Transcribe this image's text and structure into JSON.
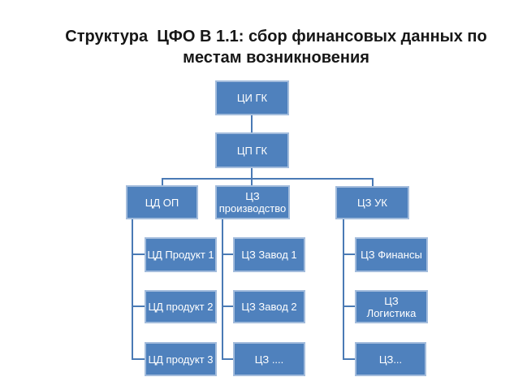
{
  "title": "Структура  ЦФО В 1.1: сбор финансовых данных по местам возникновения",
  "colors": {
    "box_fill": "#4f81bd",
    "box_border": "#a3bcdc",
    "connector": "#4a7ab5",
    "title_text": "#171717",
    "background": "#ffffff"
  },
  "nodes": {
    "root": "ЦИ ГК",
    "level2_parent": "ЦП ГК",
    "branches": [
      {
        "label": "ЦД ОП",
        "children": [
          "ЦД Продукт 1",
          "ЦД продукт 2",
          "ЦД продукт 3"
        ]
      },
      {
        "label": "ЦЗ производство",
        "children": [
          "ЦЗ Завод 1",
          "ЦЗ Завод 2",
          "ЦЗ ...."
        ]
      },
      {
        "label": "ЦЗ УК",
        "children": [
          "ЦЗ Финансы",
          "ЦЗ  Логистика",
          "ЦЗ..."
        ]
      }
    ]
  }
}
